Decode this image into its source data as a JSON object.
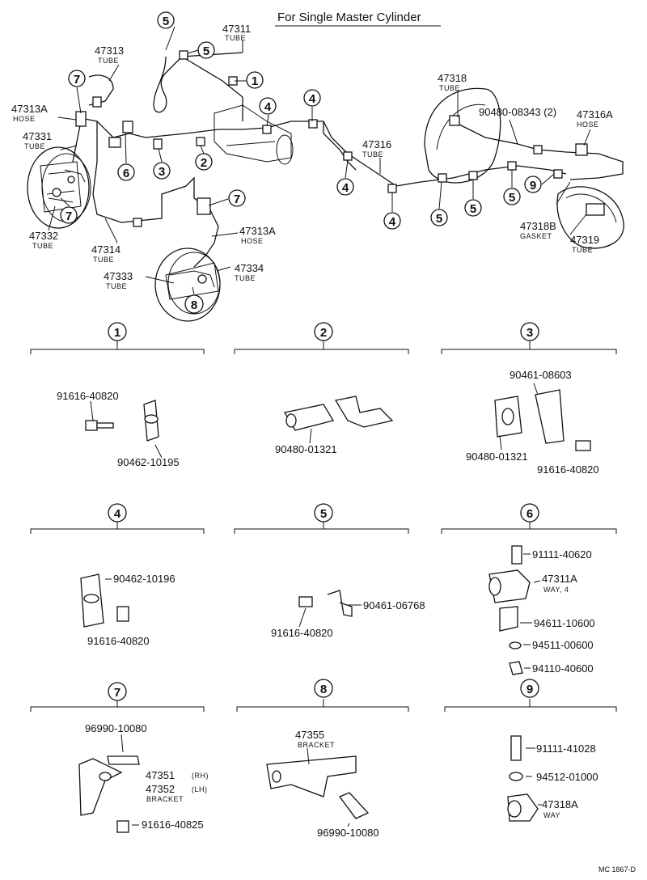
{
  "header": {
    "title": "For Single  Master  Cylinder"
  },
  "footer": {
    "code": "MC 1867-D"
  },
  "main_labels": [
    {
      "id": "l47311",
      "number": "47311",
      "sub": "TUBE"
    },
    {
      "id": "l47313",
      "number": "47313",
      "sub": "TUBE"
    },
    {
      "id": "l47313A_top",
      "number": "47313A",
      "sub": "HOSE"
    },
    {
      "id": "l47331",
      "number": "47331",
      "sub": "TUBE"
    },
    {
      "id": "l47332",
      "number": "47332",
      "sub": "TUBE"
    },
    {
      "id": "l47314",
      "number": "47314",
      "sub": "TUBE"
    },
    {
      "id": "l47313A_mid",
      "number": "47313A",
      "sub": "HOSE"
    },
    {
      "id": "l47333",
      "number": "47333",
      "sub": "TUBE"
    },
    {
      "id": "l47334",
      "number": "47334",
      "sub": "TUBE"
    },
    {
      "id": "l47316",
      "number": "47316",
      "sub": "TUBE"
    },
    {
      "id": "l47318",
      "number": "47318",
      "sub": "TUBE"
    },
    {
      "id": "l90480_08343",
      "number": "90480-08343 (2)",
      "sub": ""
    },
    {
      "id": "l47316A",
      "number": "47316A",
      "sub": "HOSE"
    },
    {
      "id": "l47318B",
      "number": "47318B",
      "sub": "GASKET"
    },
    {
      "id": "l47319",
      "number": "47319",
      "sub": "TUBE"
    }
  ],
  "callouts": {
    "c5a": "5",
    "c5b": "5",
    "c1": "1",
    "c7a": "7",
    "c4a": "4",
    "c4b": "4",
    "c6": "6",
    "c3": "3",
    "c2": "2",
    "c7b": "7",
    "c7c": "7",
    "c8": "8",
    "c4c": "4",
    "c4d": "4",
    "c5c": "5",
    "c5d": "5",
    "c5e": "5",
    "c9": "9"
  },
  "details": [
    {
      "num": "1",
      "parts": [
        "91616-40820",
        "90462-10195"
      ]
    },
    {
      "num": "2",
      "parts": [
        "90480-01321"
      ]
    },
    {
      "num": "3",
      "parts": [
        "90461-08603",
        "90480-01321",
        "91616-40820"
      ]
    },
    {
      "num": "4",
      "parts": [
        "90462-10196",
        "91616-40820"
      ]
    },
    {
      "num": "5",
      "parts": [
        "90461-06768",
        "91616-40820"
      ]
    },
    {
      "num": "6",
      "parts": [
        "91111-40620",
        "47311A",
        "WAY, 4",
        "94611-10600",
        "94511-00600",
        "94110-40600"
      ]
    },
    {
      "num": "7",
      "parts": [
        "96990-10080",
        "47351",
        "(RH)",
        "47352",
        "(LH)",
        "BRACKET",
        "91616-40825"
      ]
    },
    {
      "num": "8",
      "parts": [
        "47355",
        "BRACKET",
        "96990-10080"
      ]
    },
    {
      "num": "9",
      "parts": [
        "91111-41028",
        "94512-01000",
        "47318A",
        "WAY"
      ]
    }
  ]
}
